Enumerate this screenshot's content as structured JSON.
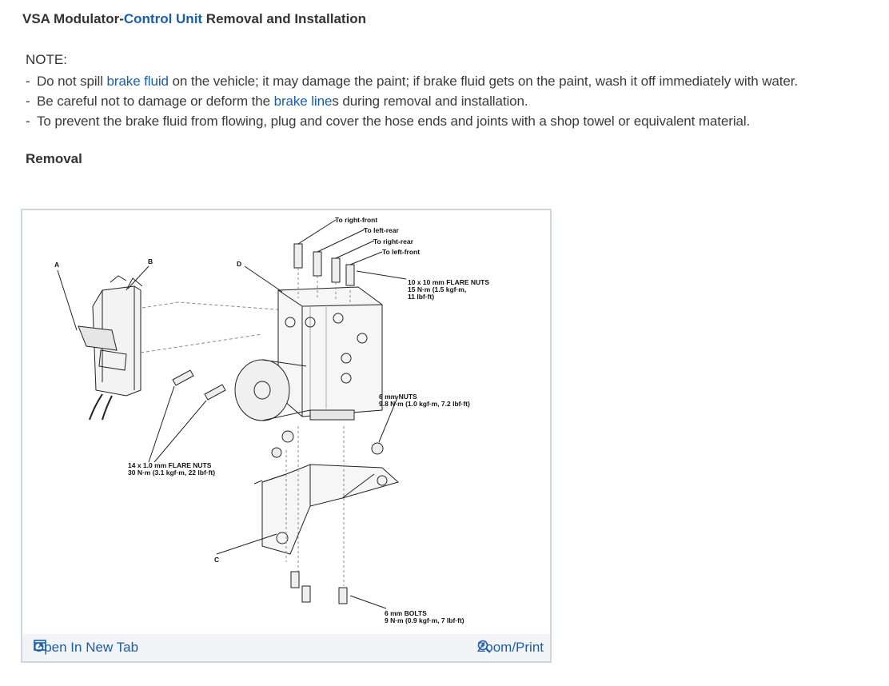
{
  "title": {
    "part1": "VSA Modulator-",
    "part2": "Control Unit",
    "part3": " Removal and Installation"
  },
  "note": {
    "heading": "NOTE:",
    "items": [
      {
        "dash": "-",
        "pre": "Do not spill ",
        "link": "brake fluid",
        "post": " on the vehicle; it may damage the paint; if brake fluid gets on the paint, wash it off immediately with water."
      },
      {
        "dash": "-",
        "pre": "Be careful not to damage or deform the ",
        "link": "brake line",
        "post": "s during removal and installation."
      },
      {
        "dash": "-",
        "pre": "To prevent the brake fluid from flowing, plug and cover the hose ends and joints with a shop towel or equivalent material.",
        "link": "",
        "post": ""
      }
    ]
  },
  "section": "Removal",
  "figure": {
    "labels": {
      "a": "A",
      "b": "B",
      "c": "C",
      "d": "D",
      "to_right_front": "To right-front",
      "to_left_rear": "To left-rear",
      "to_right_rear": "To right-rear",
      "to_left_front": "To left-front",
      "flare10_l1": "10 x 10 mm FLARE NUTS",
      "flare10_l2": "15 N·m (1.5 kgf·m,",
      "flare10_l3": "11 lbf·ft)",
      "nuts6_l1": "6 mm NUTS",
      "nuts6_l2": "9.8 N·m (1.0 kgf·m, 7.2 lbf·ft)",
      "flare14_l1": "14 x 1.0 mm FLARE NUTS",
      "flare14_l2": "30 N·m (3.1 kgf·m, 22 lbf·ft)",
      "bolts6_l1": "6 mm BOLTS",
      "bolts6_l2": "9 N·m (0.9 kgf·m, 7 lbf·ft)"
    },
    "footer": {
      "open_tab": "Open In New Tab",
      "zoom": "Zoom/Print"
    }
  },
  "colors": {
    "link": "#1a5ea8",
    "footer_bg": "#f2f4f7",
    "border": "#cfd6de"
  },
  "icons": {
    "open_tab": "open-new-tab-icon",
    "zoom": "zoom-in-icon"
  }
}
